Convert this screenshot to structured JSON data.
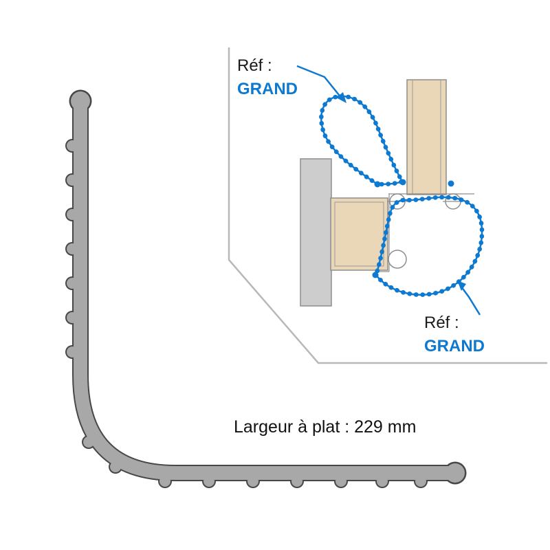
{
  "diagram": {
    "caption": "Largeur à plat : 229 mm",
    "callouts": [
      {
        "prefix": "Réf :",
        "reference": "GRAND"
      },
      {
        "prefix": "Réf :",
        "reference": "GRAND"
      }
    ],
    "colors": {
      "seal_blue": "#0d79d0",
      "profile_fill": "#a8a8a8",
      "profile_outline": "#474747",
      "wood_fill": "#e9d7b8",
      "wall_fill": "#cdcdcd",
      "line_gray": "#8d8d8d",
      "frame_gray": "#b8b8b8",
      "text_black": "#1a1a1a"
    }
  }
}
